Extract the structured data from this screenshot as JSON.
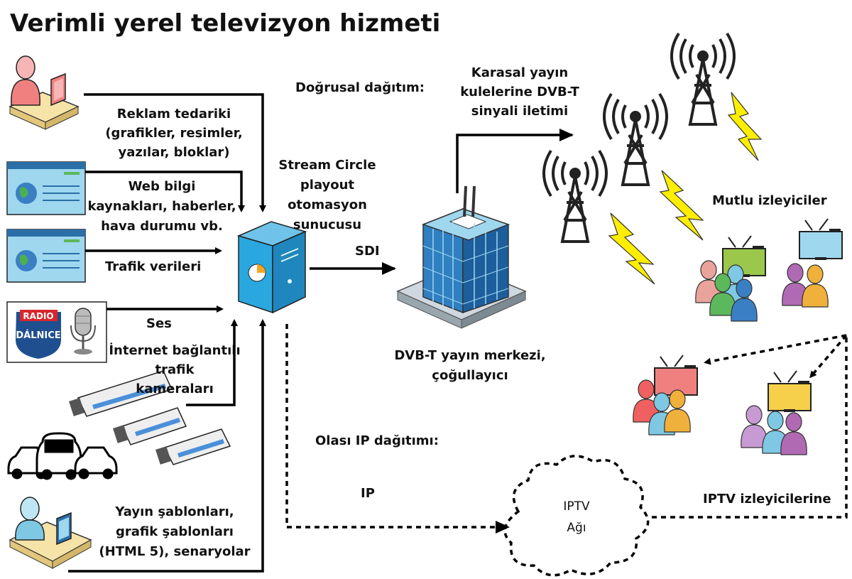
{
  "title": "Verimli yerel televizyon hizmeti",
  "sources": {
    "ads": [
      "Reklam tedariki",
      "(grafikler, resimler,",
      "yazılar, bloklar)"
    ],
    "web": [
      "Web bilgi",
      "kaynakları, haberler,",
      "hava durumu vb."
    ],
    "traffic": "Trafik verileri",
    "audio": "Ses",
    "cameras": [
      "İnternet bağlantılı",
      "trafik",
      "kameraları"
    ],
    "templates": [
      "Yayın şablonları,",
      "grafik şablonları",
      "(HTML 5), senaryolar"
    ]
  },
  "radio_logo": {
    "top": "RADIO",
    "bottom": "DÁLNICE"
  },
  "server": {
    "label": [
      "Stream Circle",
      "playout",
      "otomasyon",
      "sunucusu"
    ]
  },
  "sdi": "SDI",
  "linear": {
    "heading": "Doğrusal dağıtım:",
    "towers_label": [
      "Karasal yayın",
      "kulelerine DVB-T",
      "sinyali iletimi"
    ]
  },
  "broadcast_center": [
    "DVB-T yayın merkezi,",
    "çoğullayıcı"
  ],
  "happy_viewers": "Mutlu izleyiciler",
  "ip": {
    "heading": "Olası IP dağıtımı:",
    "ip_label": "IP",
    "cloud": [
      "IPTV",
      "Ağı"
    ],
    "iptv_viewers": "IPTV izleyicilerine"
  },
  "colors": {
    "person_red": "#f08080",
    "person_blue": "#7ec8e3",
    "screen_blue": "#9fd7ef",
    "server": "#2aa7df",
    "lightning": "#ffee00",
    "radio_blue": "#1f4f8f",
    "radio_red": "#d8262c"
  }
}
